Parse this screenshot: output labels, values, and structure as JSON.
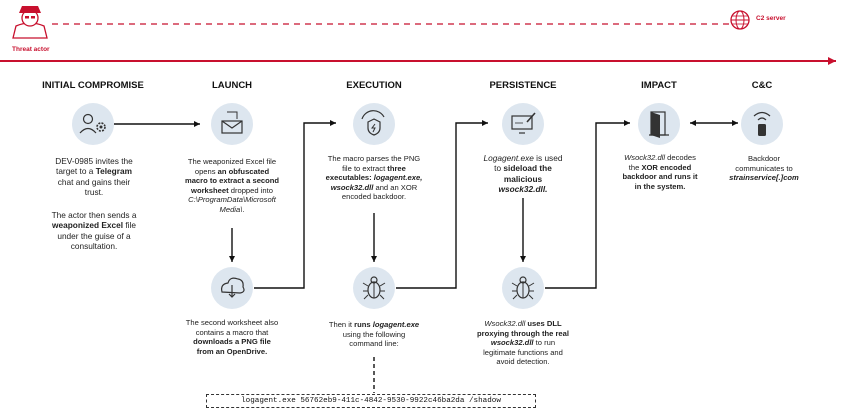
{
  "actors": {
    "threat_actor": "Threat actor",
    "c2_server": "C2 server"
  },
  "stages": [
    {
      "id": "initial",
      "title": "INITIAL COMPROMISE"
    },
    {
      "id": "launch",
      "title": "LAUNCH"
    },
    {
      "id": "execution",
      "title": "EXECUTION"
    },
    {
      "id": "persistence",
      "title": "PERSISTENCE"
    },
    {
      "id": "impact",
      "title": "IMPACT"
    },
    {
      "id": "cc",
      "title": "C&C"
    }
  ],
  "descriptions": {
    "initial_1": [
      [
        {
          "t": "DEV-0985 invites the"
        }
      ],
      [
        {
          "t": "target to a "
        },
        {
          "t": "Telegram",
          "b": true
        }
      ],
      [
        {
          "t": "chat and gains their"
        }
      ],
      [
        {
          "t": "trust."
        }
      ]
    ],
    "initial_2": [
      [
        {
          "t": "The actor then sends a"
        }
      ],
      [
        {
          "t": "weaponized Excel",
          "b": true
        },
        {
          "t": " file"
        }
      ],
      [
        {
          "t": "under the guise of a"
        }
      ],
      [
        {
          "t": "consultation."
        }
      ]
    ],
    "launch": [
      [
        {
          "t": "The weaponized Excel file"
        }
      ],
      [
        {
          "t": "opens "
        },
        {
          "t": "an obfuscated",
          "b": true
        }
      ],
      [
        {
          "t": "macro to extract a second",
          "b": true
        }
      ],
      [
        {
          "t": "worksheet",
          "b": true
        },
        {
          "t": " dropped into"
        }
      ],
      [
        {
          "t": "C:\\ProgramData\\Microsoft",
          "i": true
        }
      ],
      [
        {
          "t": "Media\\",
          "i": true
        },
        {
          "t": "."
        }
      ]
    ],
    "launch_2": [
      [
        {
          "t": "The second worksheet also"
        }
      ],
      [
        {
          "t": "contains a macro that"
        }
      ],
      [
        {
          "t": "downloads a PNG file",
          "b": true
        }
      ],
      [
        {
          "t": "from an OpenDrive.",
          "b": true
        }
      ]
    ],
    "execution": [
      [
        {
          "t": "The macro parses the PNG"
        }
      ],
      [
        {
          "t": "file to extract "
        },
        {
          "t": "three",
          "b": true
        }
      ],
      [
        {
          "t": "executables: ",
          "b": true
        },
        {
          "t": "logagent.exe,",
          "b": true,
          "i": true
        }
      ],
      [
        {
          "t": "wsock32.dll",
          "b": true,
          "i": true
        },
        {
          "t": " and an XOR"
        }
      ],
      [
        {
          "t": "encoded backdoor."
        }
      ]
    ],
    "execution_2": [
      [
        {
          "t": "Then it "
        },
        {
          "t": "runs ",
          "b": true
        },
        {
          "t": "logagent.exe",
          "b": true,
          "i": true
        }
      ],
      [
        {
          "t": "using the following"
        }
      ],
      [
        {
          "t": "command line:"
        }
      ]
    ],
    "persistence": [
      [
        {
          "t": "Logagent.exe",
          "i": true
        },
        {
          "t": " is used"
        }
      ],
      [
        {
          "t": "to "
        },
        {
          "t": "sideload the",
          "b": true
        }
      ],
      [
        {
          "t": "malicious",
          "b": true
        }
      ],
      [
        {
          "t": "wsock32.dll.",
          "b": true,
          "i": true
        }
      ]
    ],
    "persistence_2": [
      [
        {
          "t": "Wsock32.dll",
          "i": true
        },
        {
          "t": " uses DLL",
          "b": true
        }
      ],
      [
        {
          "t": "proxying through the real",
          "b": true
        }
      ],
      [
        {
          "t": "wsock32.dll",
          "b": true,
          "i": true
        },
        {
          "t": " to run"
        }
      ],
      [
        {
          "t": "legitimate functions and"
        }
      ],
      [
        {
          "t": "avoid detection."
        }
      ]
    ],
    "impact": [
      [
        {
          "t": "Wsock32.dll",
          "i": true
        },
        {
          "t": " decodes"
        }
      ],
      [
        {
          "t": "the "
        },
        {
          "t": "XOR encoded",
          "b": true
        }
      ],
      [
        {
          "t": "backdoor and runs it",
          "b": true
        }
      ],
      [
        {
          "t": "in the system.",
          "b": true
        }
      ]
    ],
    "cc": [
      [
        {
          "t": "Backdoor"
        }
      ],
      [
        {
          "t": "communicates to"
        }
      ],
      [
        {
          "t": "strainservice[.]com",
          "b": true,
          "i": true
        }
      ]
    ]
  },
  "command_line": "logagent.exe 56762eb9-411c-4842-9530-9922c46ba2da /shadow",
  "icons": [
    "users-gear-icon",
    "envelope-icon",
    "shield-refresh-icon",
    "monitor-pen-icon",
    "door-icon",
    "wifi-device-icon",
    "cloud-download-icon",
    "bug-icon",
    "bug-icon"
  ],
  "colors": {
    "accent": "#c8102e",
    "icon_fill": "#dde6ef",
    "icon_stroke": "#333333"
  }
}
